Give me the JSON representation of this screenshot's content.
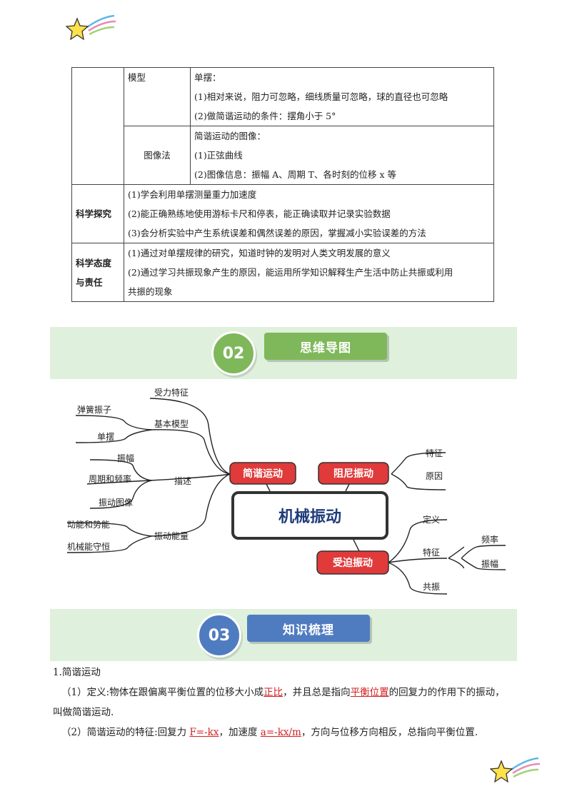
{
  "table": {
    "model_row": {
      "sub_label": "模型",
      "lines": [
        "单摆：",
        "(1)相对来说，阻力可忽略，细线质量可忽略，球的直径也可忽略",
        "(2)做简谐运动的条件：摆角小于 5°"
      ]
    },
    "graph_row": {
      "sub_label": "图像法",
      "lines": [
        "简谐运动的图像：",
        "(1)正弦曲线",
        "(2)图像信息：振幅 A、周期 T、各时刻的位移 x 等"
      ]
    },
    "inquiry_row": {
      "label": "科学探究",
      "lines": [
        "(1)学会利用单摆测量重力加速度",
        "(2)能正确熟练地使用游标卡尺和停表，能正确读取并记录实验数据",
        "(3)会分析实验中产生系统误差和偶然误差的原因，掌握减小实验误差的方法"
      ]
    },
    "attitude_row": {
      "label_line1": "科学态度",
      "label_line2": "与责任",
      "lines": [
        "(1)通过对单摆规律的研究，知道时钟的发明对人类文明发展的意义",
        "(2)通过学习共振现象产生的原因，能运用所学知识解释生产生活中防止共振或利用",
        "共振的现象"
      ]
    }
  },
  "section02": {
    "number": "02",
    "title": "思维导图"
  },
  "section03": {
    "number": "03",
    "title": "知识梳理"
  },
  "mindmap": {
    "center": "机械振动",
    "nodes": {
      "shm": "简谐运动",
      "damped": "阻尼振动",
      "forced": "受迫振动"
    },
    "shm_branches": {
      "force": "受力特征",
      "model": "基本模型",
      "spring": "弹簧振子",
      "pendulum": "单摆",
      "describe": "描述",
      "amplitude": "振幅",
      "period": "周期和频率",
      "graph": "振动图像",
      "energy": "振动能量",
      "ke_pe": "动能和势能",
      "conserve": "机械能守恒"
    },
    "damped_branches": {
      "feature": "特征",
      "cause": "原因"
    },
    "forced_branches": {
      "definition": "定义",
      "feature": "特征",
      "frequency": "频率",
      "amplitude": "振幅",
      "resonance": "共振"
    }
  },
  "knowledge": {
    "heading": "1.简谐运动",
    "p1": {
      "pre": "（1）定义:物体在跟偏离平衡位置的位移大小成",
      "k1": "正比",
      "mid": "，并且总是指向",
      "k2": "平衡位置",
      "post": "的回复力的作用下的振动，"
    },
    "p1_cont": "叫做简谐运动.",
    "p2": {
      "pre": "（2）简谐运动的特征:回复力 ",
      "k1": "F=-kx",
      "mid": "，加速度 ",
      "k2": "a=-kx/m",
      "post": "，方向与位移方向相反，总指向平衡位置."
    }
  },
  "colors": {
    "band": "#dff0dc",
    "green": "#7fb85a",
    "blue": "#4f7cc0",
    "node_red": "#e03a3a",
    "center_border": "#333333",
    "keyword_red": "#d21f1f"
  }
}
